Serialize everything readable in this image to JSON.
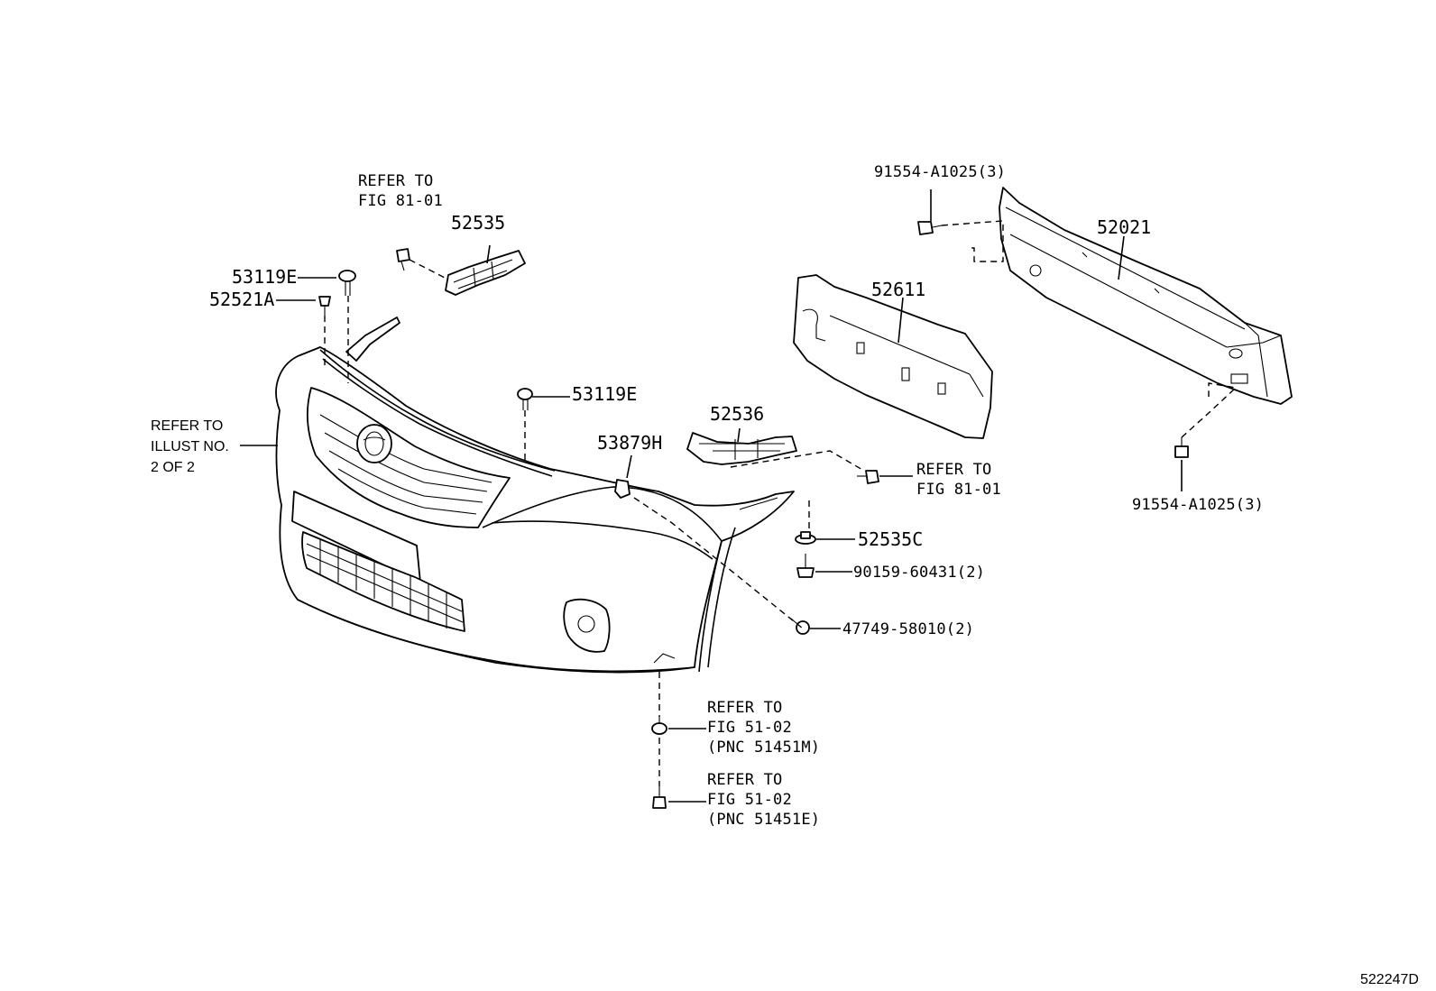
{
  "diagram": {
    "parts": {
      "p52535": "52535",
      "p53119e_top": "53119E",
      "p52521a": "52521A",
      "p53119e_mid": "53119E",
      "p52536": "52536",
      "p53879h": "53879H",
      "p52611": "52611",
      "p52021": "52021",
      "p91554_top": "91554-A1025(3)",
      "p91554_bottom": "91554-A1025(3)",
      "p52535c": "52535C",
      "p90159": "90159-60431(2)",
      "p47749": "47749-58010(2)"
    },
    "refs": {
      "fig81_top": [
        "REFER TO",
        "FIG 81-01"
      ],
      "fig81_right": [
        "REFER TO",
        "FIG 81-01"
      ],
      "illust": [
        "REFER TO",
        "ILLUST NO.",
        "2 OF 2"
      ],
      "fig51_m": [
        "REFER TO",
        "FIG 51-02",
        "(PNC 51451M)"
      ],
      "fig51_e": [
        "REFER TO",
        "FIG 51-02",
        "(PNC 51451E)"
      ]
    },
    "diagram_id": "522247D"
  }
}
